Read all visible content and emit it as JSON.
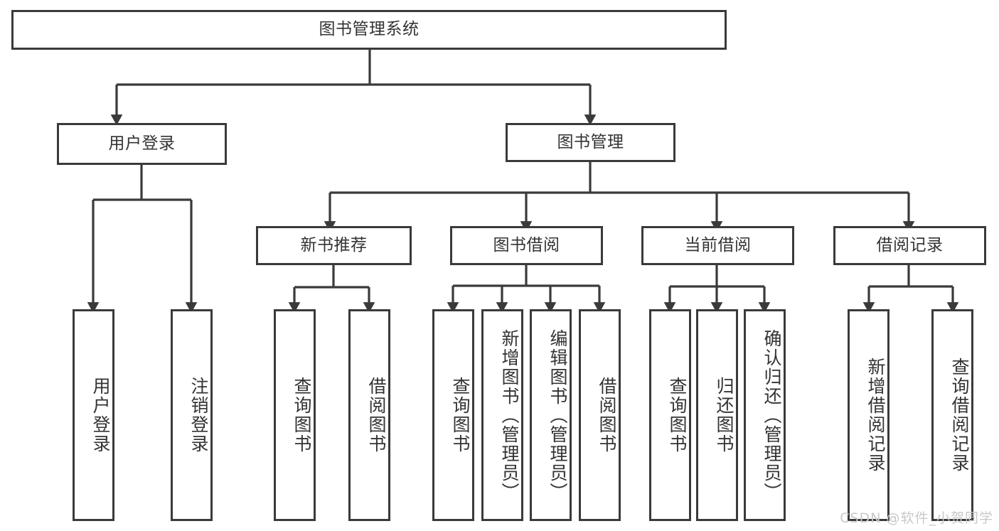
{
  "diagram": {
    "title": "图书管理系统",
    "watermark": "CSDN @软件_小贺同学",
    "stroke_color": "#3a3a3a",
    "text_color": "#333333",
    "background_color": "#ffffff",
    "nodes": {
      "root": {
        "label": "图书管理系统"
      },
      "level1": [
        {
          "id": "user-login",
          "label": "用户登录"
        },
        {
          "id": "book-management",
          "label": "图书管理"
        }
      ],
      "level2": [
        {
          "id": "new-book-recommend",
          "label": "新书推荐"
        },
        {
          "id": "book-borrow",
          "label": "图书借阅"
        },
        {
          "id": "current-borrow",
          "label": "当前借阅"
        },
        {
          "id": "borrow-record",
          "label": "借阅记录"
        }
      ],
      "leaves": [
        {
          "id": "leaf-user-login",
          "label": "用户登录",
          "parent": "user-login"
        },
        {
          "id": "leaf-logout-login",
          "label": "注销登录",
          "parent": "user-login"
        },
        {
          "id": "leaf-query-book-1",
          "label": "查询图书",
          "parent": "new-book-recommend"
        },
        {
          "id": "leaf-borrow-book-1",
          "label": "借阅图书",
          "parent": "new-book-recommend"
        },
        {
          "id": "leaf-query-book-2",
          "label": "查询图书",
          "parent": "book-borrow"
        },
        {
          "id": "leaf-add-book",
          "label": "新增图书（管理员）",
          "parent": "book-borrow"
        },
        {
          "id": "leaf-edit-book",
          "label": "编辑图书（管理员）",
          "parent": "book-borrow"
        },
        {
          "id": "leaf-borrow-book-2",
          "label": "借阅图书",
          "parent": "book-borrow"
        },
        {
          "id": "leaf-query-book-3",
          "label": "查询图书",
          "parent": "current-borrow"
        },
        {
          "id": "leaf-return-book",
          "label": "归还图书",
          "parent": "current-borrow"
        },
        {
          "id": "leaf-confirm-return",
          "label": "确认归还（管理员）",
          "parent": "current-borrow"
        },
        {
          "id": "leaf-add-record",
          "label": "新增借阅记录",
          "parent": "borrow-record"
        },
        {
          "id": "leaf-query-record",
          "label": "查询借阅记录",
          "parent": "borrow-record"
        }
      ]
    }
  }
}
